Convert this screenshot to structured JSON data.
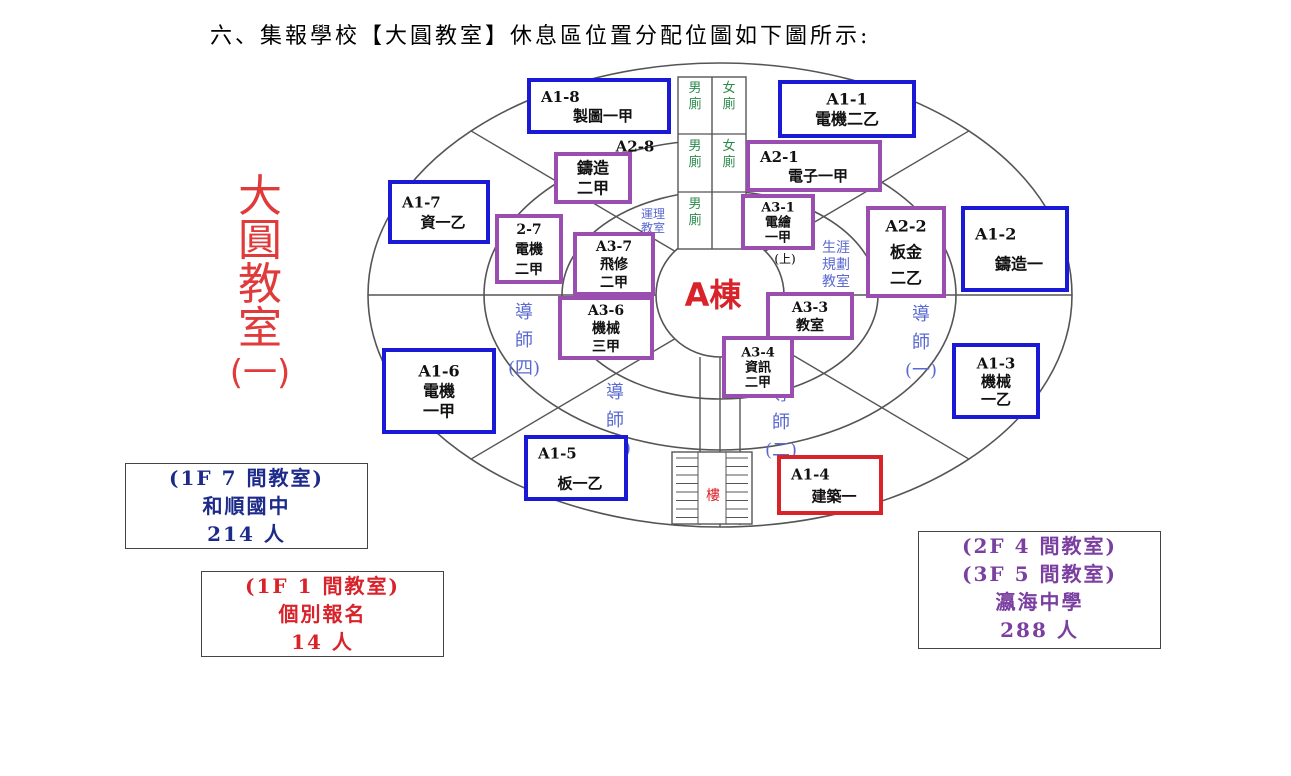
{
  "title": "六、集報學校【大圓教室】休息區位置分配位圖如下圖所示:",
  "side_label": [
    "大",
    "圓",
    "教",
    "室",
    "(一)"
  ],
  "center_label": "A棟",
  "colors": {
    "blue": "#1a1ad6",
    "purple": "#9a4fb0",
    "red": "#d8232a",
    "side_label": "#e03a3a",
    "lines": "#555555",
    "green_text": "#2a8a4a",
    "navy_text": "#1c2b8a",
    "zone_text": "#5a6ad0"
  },
  "restrooms": [
    {
      "id": "male-1",
      "text": "男廁"
    },
    {
      "id": "female-1",
      "text": "女廁"
    },
    {
      "id": "male-2",
      "text": "男廁"
    },
    {
      "id": "female-2",
      "text": "女廁"
    },
    {
      "id": "male-3",
      "text": "男廁"
    }
  ],
  "zones": [
    {
      "id": "teacher-1",
      "lines": [
        "導",
        "師",
        "(一)"
      ]
    },
    {
      "id": "teacher-2",
      "lines": [
        "導",
        "師",
        "(二)"
      ]
    },
    {
      "id": "teacher-3",
      "lines": [
        "導",
        "師",
        "(三)"
      ]
    },
    {
      "id": "teacher-4",
      "lines": [
        "導",
        "師",
        "(四)"
      ]
    },
    {
      "id": "physics",
      "lines": [
        "運理",
        "教室"
      ]
    },
    {
      "id": "career",
      "lines": [
        "生涯",
        "規劃",
        "教室"
      ]
    }
  ],
  "floor_mark": "(上)",
  "stairs_label": "樓",
  "rooms": [
    {
      "id": "A1-8",
      "color": "blue",
      "lines": [
        "A1-8",
        "製圖一甲"
      ]
    },
    {
      "id": "A1-1",
      "color": "blue",
      "lines": [
        "A1-1",
        "電機二乙"
      ]
    },
    {
      "id": "A2-8-label",
      "color": "none",
      "lines": [
        "A2-8"
      ]
    },
    {
      "id": "A2-8",
      "color": "purple",
      "lines": [
        "鑄造",
        "二甲"
      ]
    },
    {
      "id": "A2-1",
      "color": "purple",
      "lines": [
        "A2-1",
        "電子一甲"
      ]
    },
    {
      "id": "A1-7",
      "color": "blue",
      "lines": [
        "A1-7",
        "資一乙"
      ]
    },
    {
      "id": "A2-7",
      "color": "purple",
      "lines": [
        "2-7",
        "電機",
        "二甲"
      ]
    },
    {
      "id": "A3-7",
      "color": "purple",
      "lines": [
        "A3-7",
        "飛修",
        "二甲"
      ]
    },
    {
      "id": "A3-1",
      "color": "purple",
      "lines": [
        "A3-1",
        "電繪",
        "一甲"
      ]
    },
    {
      "id": "A2-2",
      "color": "purple",
      "lines": [
        "A2-2",
        "板金",
        "二乙"
      ]
    },
    {
      "id": "A1-2",
      "color": "blue",
      "lines": [
        "A1-2",
        "鑄造一"
      ]
    },
    {
      "id": "A3-6",
      "color": "purple",
      "lines": [
        "A3-6",
        "機械",
        "三甲"
      ]
    },
    {
      "id": "A3-3",
      "color": "purple",
      "lines": [
        "A3-3",
        "教室"
      ]
    },
    {
      "id": "A3-4",
      "color": "purple",
      "lines": [
        "A3-4",
        "資訊",
        "二甲"
      ]
    },
    {
      "id": "A1-6",
      "color": "blue",
      "lines": [
        "A1-6",
        "電機",
        "一甲"
      ]
    },
    {
      "id": "A1-3",
      "color": "blue",
      "lines": [
        "A1-3",
        "機械",
        "一乙"
      ]
    },
    {
      "id": "A1-5",
      "color": "blue",
      "lines": [
        "A1-5",
        "板一乙"
      ]
    },
    {
      "id": "A1-4",
      "color": "red",
      "lines": [
        "A1-4",
        "建築一"
      ]
    }
  ],
  "info_boxes": [
    {
      "id": "hoshun",
      "color": "navy",
      "lines": [
        "(1F 7 間教室)",
        "和順國中",
        "214 人"
      ]
    },
    {
      "id": "individual",
      "color": "red",
      "lines": [
        "(1F 1 間教室)",
        "個別報名",
        "14 人"
      ]
    },
    {
      "id": "yinghai",
      "color": "purple",
      "lines": [
        "(2F 4 間教室)",
        "(3F 5 間教室)",
        "瀛海中學",
        "288 人"
      ]
    }
  ]
}
